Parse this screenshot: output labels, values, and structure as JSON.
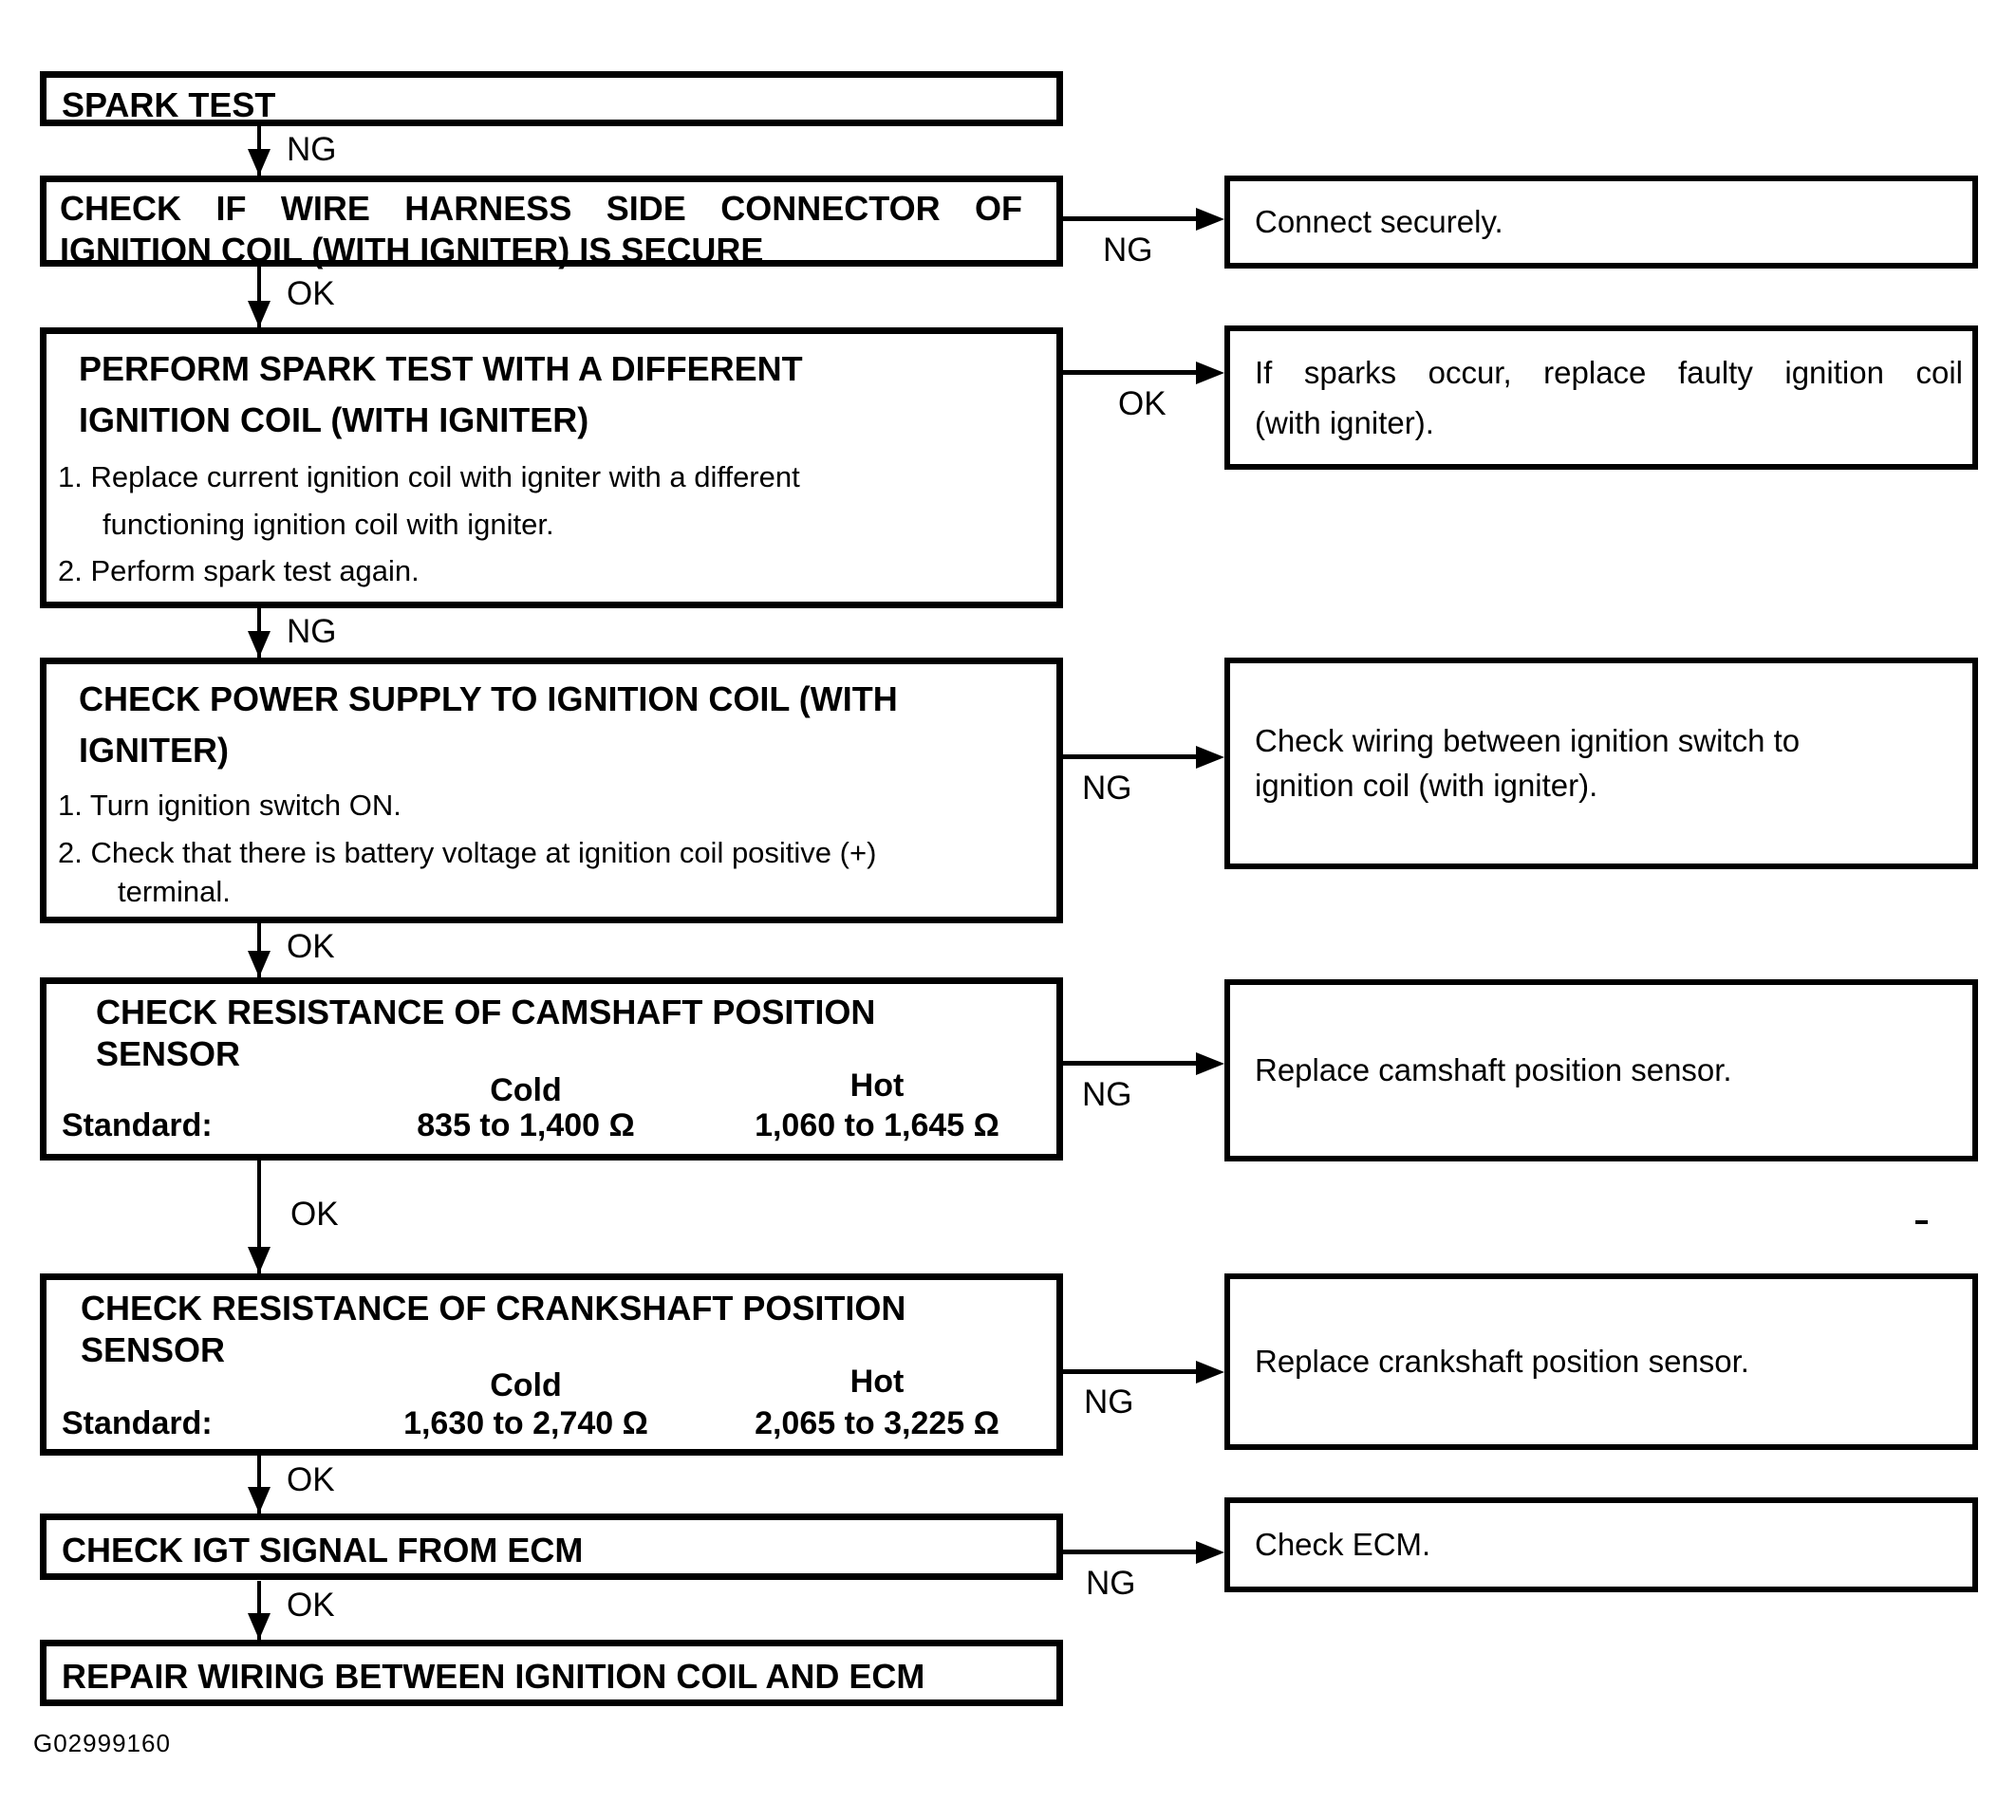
{
  "figure_id": "G02999160",
  "steps": {
    "s1": {
      "title": "SPARK TEST"
    },
    "s2": {
      "title_l1": "CHECK IF WIRE HARNESS SIDE CONNECTOR OF",
      "title_l2": "IGNITION COIL (WITH IGNITER) IS SECURE"
    },
    "s3": {
      "title_l1": "PERFORM SPARK TEST WITH A DIFFERENT",
      "title_l2": "IGNITION COIL (WITH IGNITER)",
      "item1_l1": "1. Replace current ignition coil with igniter with a different",
      "item1_l2": "functioning ignition coil with igniter.",
      "item2": "2. Perform spark test again."
    },
    "s4": {
      "title_l1": "CHECK POWER SUPPLY TO IGNITION COIL (WITH",
      "title_l2": "IGNITER)",
      "item1": "1. Turn ignition switch ON.",
      "item2_l1": "2. Check that there is battery voltage at ignition coil positive (+)",
      "item2_l2": "terminal."
    },
    "s5": {
      "title_l1": "CHECK RESISTANCE OF CAMSHAFT POSITION",
      "title_l2": "SENSOR",
      "col_cold": "Cold",
      "col_hot": "Hot",
      "row_label": "Standard:",
      "cold_value": "835 to 1,400 Ω",
      "hot_value": "1,060 to 1,645 Ω"
    },
    "s6": {
      "title_l1": "CHECK RESISTANCE OF CRANKSHAFT POSITION",
      "title_l2": "SENSOR",
      "col_cold": "Cold",
      "col_hot": "Hot",
      "row_label": "Standard:",
      "cold_value": "1,630 to 2,740 Ω",
      "hot_value": "2,065 to 3,225 Ω"
    },
    "s7": {
      "title": "CHECK IGT SIGNAL FROM ECM"
    },
    "s8": {
      "title": "REPAIR WIRING BETWEEN IGNITION COIL AND ECM"
    }
  },
  "results": {
    "r1": "Connect securely.",
    "r2_l1": "If sparks occur, replace faulty ignition coil",
    "r2_l2": "(with igniter).",
    "r3_l1": "Check wiring between ignition switch to",
    "r3_l2": "ignition coil (with igniter).",
    "r4": "Replace camshaft position sensor.",
    "r5": "Replace crankshaft position sensor.",
    "r6": "Check ECM."
  },
  "connectors": {
    "v1": "NG",
    "v2": "OK",
    "v3": "NG",
    "v4": "OK",
    "v5": "OK",
    "v6": "OK",
    "v7": "OK",
    "h1": "NG",
    "h2": "OK",
    "h3": "NG",
    "h4": "NG",
    "h5": "NG",
    "h6": "NG"
  }
}
